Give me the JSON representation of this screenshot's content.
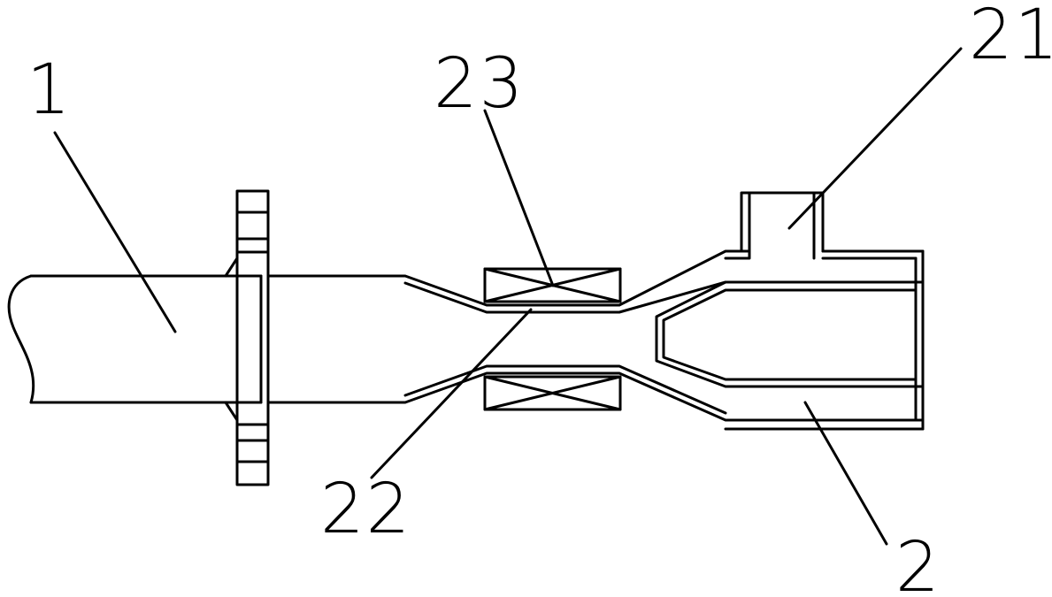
{
  "labels": {
    "part_1": "1",
    "part_2": "2",
    "part_21": "21",
    "part_22": "22",
    "part_23": "23"
  },
  "colors": {
    "line": "#000000",
    "background": "#ffffff"
  }
}
